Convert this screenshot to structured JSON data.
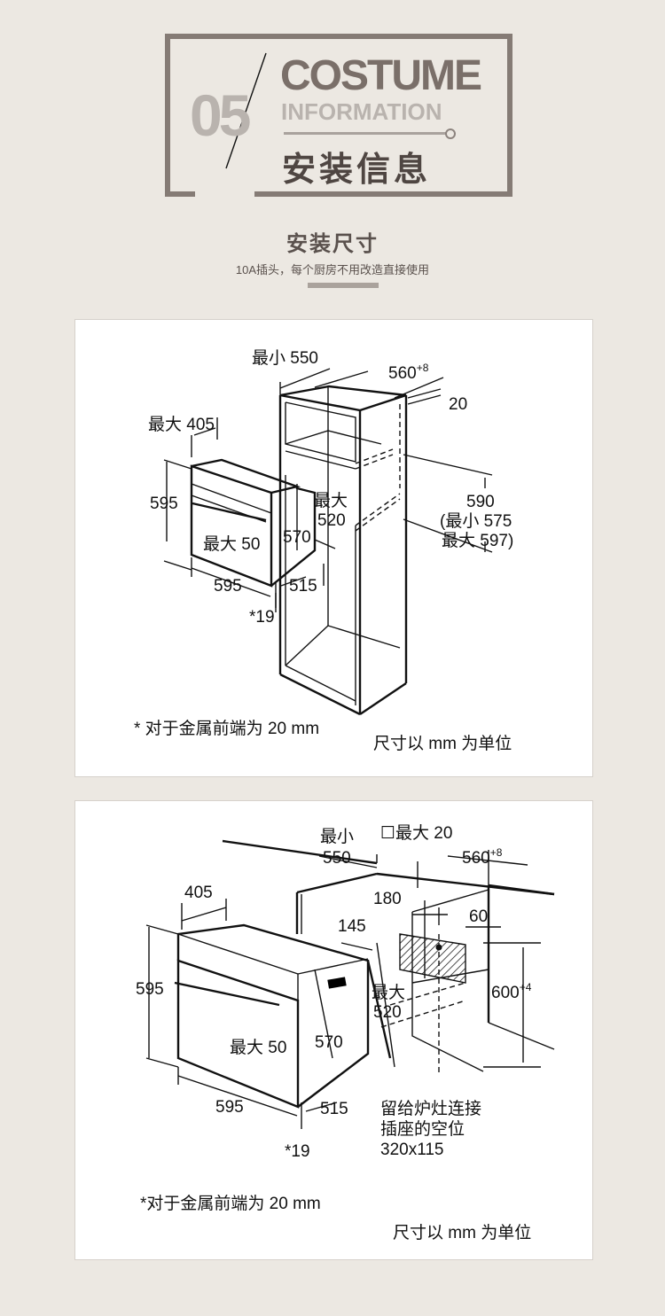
{
  "header": {
    "number": "05",
    "title_en_1": "COSTUME",
    "title_en_2": "INFORMATION",
    "title_cn": "安装信息"
  },
  "section": {
    "title": "安装尺寸",
    "subtitle": "10A插头，每个厨房不用改造直接使用"
  },
  "diagram1": {
    "min_550": "最小 550",
    "w560": "560",
    "w560_tol": "+8",
    "d20": "20",
    "max_405": "最大 405",
    "h595": "595",
    "max_label": "最大",
    "d520": "520",
    "h590": "590",
    "min_575": "(最小 575",
    "max_597": "最大 597)",
    "max_50": "最大 50",
    "d570": "570",
    "w595": "595",
    "d515": "515",
    "d19": "*19",
    "note": "* 对于金属前端为 20 mm",
    "unit": "尺寸以 mm 为单位"
  },
  "diagram2": {
    "min_label": "最小",
    "d550": "550",
    "max_20": "☐最大 20",
    "w560": "560",
    "w560_tol": "+8",
    "d405": "405",
    "d180": "180",
    "d60": "60",
    "d145": "145",
    "h595": "595",
    "max_label": "最大",
    "d520": "520",
    "h600": "600",
    "h600_tol": "+4",
    "max_50": "最大 50",
    "d570": "570",
    "w595": "595",
    "d515": "515",
    "d19": "*19",
    "socket_1": "留给炉灶连接",
    "socket_2": "插座的空位",
    "socket_3": "320x115",
    "note": "*对于金属前端为 20 mm",
    "unit": "尺寸以 mm 为单位"
  }
}
